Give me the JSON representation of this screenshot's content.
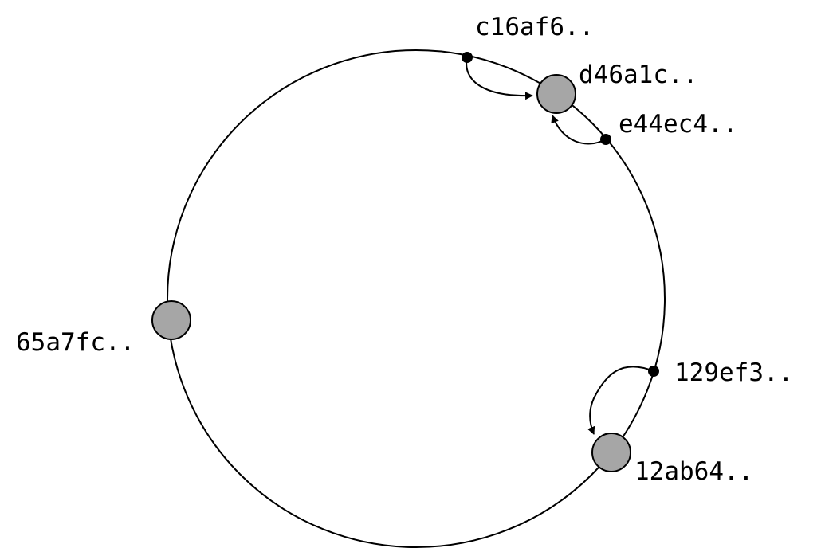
{
  "diagram": {
    "type": "consistent-hash-ring",
    "colors": {
      "ring_stroke": "#000000",
      "server_fill": "#a6a6a6",
      "server_stroke": "#000000",
      "key_fill": "#000000",
      "arrow": "#000000"
    },
    "servers": [
      {
        "id": "d46a1c",
        "label": "d46a1c.."
      },
      {
        "id": "65a7fc",
        "label": "65a7fc.."
      },
      {
        "id": "12ab64",
        "label": "12ab64.."
      }
    ],
    "keys": [
      {
        "id": "c16af6",
        "label": "c16af6..",
        "maps_to": "d46a1c"
      },
      {
        "id": "e44ec4",
        "label": "e44ec4..",
        "maps_to": "d46a1c"
      },
      {
        "id": "129ef3",
        "label": "129ef3..",
        "maps_to": "12ab64"
      }
    ]
  }
}
